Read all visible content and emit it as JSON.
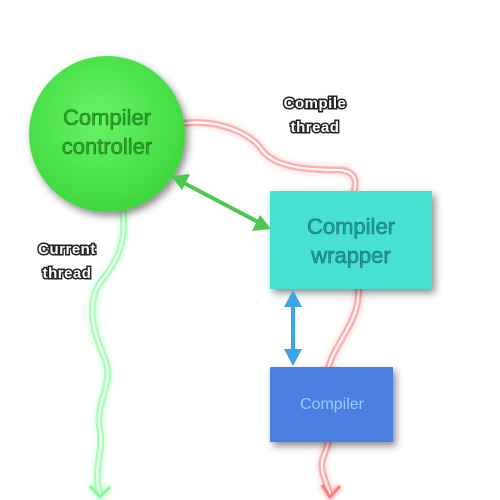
{
  "nodes": {
    "controller": {
      "line1": "Compiler",
      "line2": "controller",
      "fill": "#4ce84c",
      "text_color": "#2aa82a"
    },
    "wrapper": {
      "line1": "Compiler",
      "line2": "wrapper",
      "fill": "#48e0d4",
      "text_color": "#1f9e9a"
    },
    "compiler": {
      "label": "Compiler",
      "fill": "#4a7fe0",
      "text_color": "#9ec8ff"
    }
  },
  "threads": {
    "current": {
      "line1": "Current",
      "line2": "thread",
      "color": "#7dff9a"
    },
    "compile": {
      "line1": "Compile",
      "line2": "thread",
      "color": "#ff6b6b"
    }
  },
  "arrows": {
    "controller_wrapper_color": "#4cc94c",
    "wrapper_compiler_color": "#3ba6e6"
  }
}
